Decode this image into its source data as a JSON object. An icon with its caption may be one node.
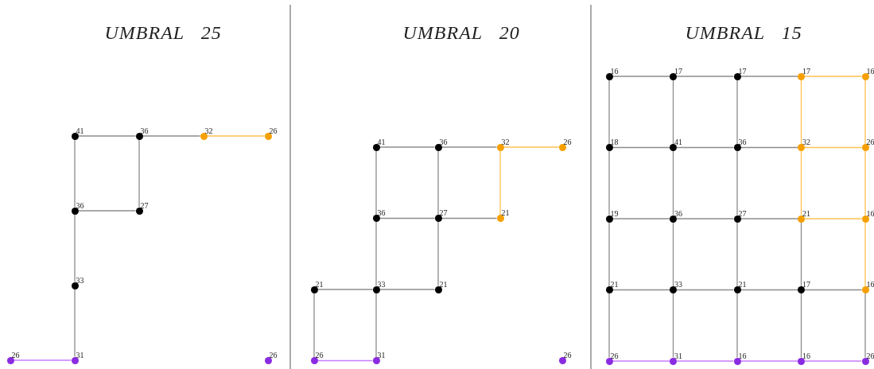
{
  "diagram": {
    "nodes": [
      {
        "text": [],
        "shape": "circle",
        "beside": [
          "41"
        ]
      },
      {
        "text": [],
        "shape": "circle",
        "beside": [
          "36"
        ]
      },
      {
        "text": [],
        "shape": "circle",
        "beside": [
          "32"
        ]
      },
      {
        "text": [],
        "shape": "circle",
        "beside": [
          "26"
        ]
      },
      {
        "text": [],
        "shape": "circle",
        "beside": [
          "36"
        ]
      },
      {
        "text": [],
        "shape": "circle",
        "beside": [
          "27"
        ]
      },
      {
        "text": [],
        "shape": "circle",
        "beside": [
          "33"
        ]
      },
      {
        "text": [],
        "shape": "circle",
        "beside": [
          "26"
        ]
      },
      {
        "text": [],
        "shape": "circle",
        "beside": [
          "31"
        ]
      },
      {
        "text": [],
        "shape": "circle",
        "beside": [
          "26"
        ]
      },
      {
        "text": [],
        "shape": "circle",
        "beside": [
          "41"
        ]
      },
      {
        "text": [],
        "shape": "circle",
        "beside": [
          "36"
        ]
      },
      {
        "text": [],
        "shape": "circle",
        "beside": [
          "32"
        ]
      },
      {
        "text": [],
        "shape": "circle",
        "beside": [
          "26"
        ]
      },
      {
        "text": [],
        "shape": "circle",
        "beside": [
          "36"
        ]
      },
      {
        "text": [],
        "shape": "circle",
        "beside": [
          "27"
        ]
      },
      {
        "text": [],
        "shape": "circle",
        "beside": [
          "21"
        ]
      },
      {
        "text": [],
        "shape": "circle",
        "beside": [
          "21"
        ]
      },
      {
        "text": [],
        "shape": "circle",
        "beside": [
          "33"
        ]
      },
      {
        "text": [],
        "shape": "circle",
        "beside": [
          "21"
        ]
      },
      {
        "text": [],
        "shape": "circle",
        "beside": [
          "26"
        ]
      },
      {
        "text": [],
        "shape": "circle",
        "beside": [
          "31"
        ]
      },
      {
        "text": [],
        "shape": "circle",
        "beside": [
          "26"
        ]
      },
      {
        "text": [],
        "shape": "circle",
        "beside": [
          "16"
        ]
      },
      {
        "text": [],
        "shape": "circle",
        "beside": [
          "17"
        ]
      },
      {
        "text": [],
        "shape": "circle",
        "beside": [
          "17"
        ]
      },
      {
        "text": [],
        "shape": "circle",
        "beside": [
          "17"
        ]
      },
      {
        "text": [],
        "shape": "circle",
        "beside": [
          "16"
        ]
      },
      {
        "text": [],
        "shape": "circle",
        "beside": [
          "18"
        ]
      },
      {
        "text": [],
        "shape": "circle",
        "beside": [
          "41"
        ]
      },
      {
        "text": [],
        "shape": "circle",
        "beside": [
          "36"
        ]
      },
      {
        "text": [],
        "shape": "circle",
        "beside": [
          "32"
        ]
      },
      {
        "text": [],
        "shape": "circle",
        "beside": [
          "26"
        ]
      },
      {
        "text": [],
        "shape": "circle",
        "beside": [
          "19"
        ]
      },
      {
        "text": [],
        "shape": "circle",
        "beside": [
          "36"
        ]
      },
      {
        "text": [],
        "shape": "circle",
        "beside": [
          "27"
        ]
      },
      {
        "text": [],
        "shape": "circle",
        "beside": [
          "21"
        ]
      },
      {
        "text": [],
        "shape": "circle",
        "beside": [
          "16"
        ]
      },
      {
        "text": [],
        "shape": "circle",
        "beside": [
          "21"
        ]
      },
      {
        "text": [],
        "shape": "circle",
        "beside": [
          "33"
        ]
      },
      {
        "text": [],
        "shape": "circle",
        "beside": [
          "21"
        ]
      },
      {
        "text": [],
        "shape": "circle",
        "beside": [
          "17"
        ]
      },
      {
        "text": [],
        "shape": "circle",
        "beside": [
          "16"
        ]
      },
      {
        "text": [],
        "shape": "circle",
        "beside": [
          "26"
        ]
      },
      {
        "text": [],
        "shape": "circle",
        "beside": [
          "31"
        ]
      },
      {
        "text": [],
        "shape": "circle",
        "beside": [
          "16"
        ]
      },
      {
        "text": [],
        "shape": "circle",
        "beside": [
          "16"
        ]
      },
      {
        "text": [],
        "shape": "circle",
        "beside": [
          "26"
        ]
      }
    ],
    "edges": [
      {
        "from": 0,
        "to": 1,
        "arrow": "none"
      },
      {
        "from": 1,
        "to": 2,
        "arrow": "none"
      },
      {
        "from": 2,
        "to": 3,
        "arrow": "none",
        "color": "#ffc050"
      },
      {
        "from": 0,
        "to": 4,
        "arrow": "none"
      },
      {
        "from": 1,
        "to": 5,
        "arrow": "none"
      },
      {
        "from": 4,
        "to": 5,
        "arrow": "none"
      },
      {
        "from": 4,
        "to": 6,
        "arrow": "none"
      },
      {
        "from": 6,
        "to": 8,
        "arrow": "none"
      },
      {
        "from": 7,
        "to": 8,
        "arrow": "none",
        "color": "#c77dff"
      },
      {
        "from": 10,
        "to": 11,
        "arrow": "none"
      },
      {
        "from": 11,
        "to": 12,
        "arrow": "none"
      },
      {
        "from": 12,
        "to": 13,
        "arrow": "none",
        "color": "#ffc050"
      },
      {
        "from": 10,
        "to": 14,
        "arrow": "none"
      },
      {
        "from": 11,
        "to": 15,
        "arrow": "none"
      },
      {
        "from": 12,
        "to": 16,
        "arrow": "none",
        "color": "#ffc050"
      },
      {
        "from": 14,
        "to": 15,
        "arrow": "none"
      },
      {
        "from": 15,
        "to": 16,
        "arrow": "none"
      },
      {
        "from": 14,
        "to": 18,
        "arrow": "none"
      },
      {
        "from": 15,
        "to": 19,
        "arrow": "none"
      },
      {
        "from": 17,
        "to": 18,
        "arrow": "none"
      },
      {
        "from": 18,
        "to": 19,
        "arrow": "none"
      },
      {
        "from": 17,
        "to": 20,
        "arrow": "none"
      },
      {
        "from": 18,
        "to": 21,
        "arrow": "none"
      },
      {
        "from": 20,
        "to": 21,
        "arrow": "none",
        "color": "#c77dff"
      },
      {
        "from": 23,
        "to": 24,
        "arrow": "none"
      },
      {
        "from": 24,
        "to": 25,
        "arrow": "none"
      },
      {
        "from": 25,
        "to": 26,
        "arrow": "none"
      },
      {
        "from": 26,
        "to": 27,
        "arrow": "none",
        "color": "#ffc050"
      },
      {
        "from": 23,
        "to": 28,
        "arrow": "none"
      },
      {
        "from": 24,
        "to": 29,
        "arrow": "none"
      },
      {
        "from": 25,
        "to": 30,
        "arrow": "none"
      },
      {
        "from": 26,
        "to": 31,
        "arrow": "none",
        "color": "#ffc050"
      },
      {
        "from": 27,
        "to": 32,
        "arrow": "none",
        "color": "#ffc050"
      },
      {
        "from": 28,
        "to": 29,
        "arrow": "none"
      },
      {
        "from": 29,
        "to": 30,
        "arrow": "none"
      },
      {
        "from": 30,
        "to": 31,
        "arrow": "none"
      },
      {
        "from": 31,
        "to": 32,
        "arrow": "none",
        "color": "#ffc050"
      },
      {
        "from": 28,
        "to": 33,
        "arrow": "none"
      },
      {
        "from": 29,
        "to": 34,
        "arrow": "none"
      },
      {
        "from": 30,
        "to": 35,
        "arrow": "none"
      },
      {
        "from": 31,
        "to": 36,
        "arrow": "none",
        "color": "#ffc050"
      },
      {
        "from": 32,
        "to": 37,
        "arrow": "none",
        "color": "#ffc050"
      },
      {
        "from": 33,
        "to": 34,
        "arrow": "none"
      },
      {
        "from": 34,
        "to": 35,
        "arrow": "none"
      },
      {
        "from": 35,
        "to": 36,
        "arrow": "none"
      },
      {
        "from": 36,
        "to": 37,
        "arrow": "none",
        "color": "#ffc050"
      },
      {
        "from": 33,
        "to": 38,
        "arrow": "none"
      },
      {
        "from": 34,
        "to": 39,
        "arrow": "none"
      },
      {
        "from": 35,
        "to": 40,
        "arrow": "none"
      },
      {
        "from": 36,
        "to": 41,
        "arrow": "none"
      },
      {
        "from": 37,
        "to": 42,
        "arrow": "none",
        "color": "#ffc050"
      },
      {
        "from": 38,
        "to": 39,
        "arrow": "none"
      },
      {
        "from": 39,
        "to": 40,
        "arrow": "none"
      },
      {
        "from": 40,
        "to": 41,
        "arrow": "none"
      },
      {
        "from": 41,
        "to": 42,
        "arrow": "none"
      },
      {
        "from": 38,
        "to": 43,
        "arrow": "none"
      },
      {
        "from": 39,
        "to": 44,
        "arrow": "none"
      },
      {
        "from": 40,
        "to": 45,
        "arrow": "none"
      },
      {
        "from": 41,
        "to": 46,
        "arrow": "none"
      },
      {
        "from": 42,
        "to": 47,
        "arrow": "none"
      },
      {
        "from": 43,
        "to": 44,
        "arrow": "none",
        "color": "#c77dff"
      },
      {
        "from": 44,
        "to": 45,
        "arrow": "none",
        "color": "#c77dff"
      },
      {
        "from": 45,
        "to": 46,
        "arrow": "none",
        "color": "#c77dff"
      },
      {
        "from": 46,
        "to": 47,
        "arrow": "none",
        "color": "#c77dff"
      }
    ],
    "labels": [
      "UMBRAL 25",
      "UMBRAL 20",
      "UMBRAL 15"
    ]
  }
}
